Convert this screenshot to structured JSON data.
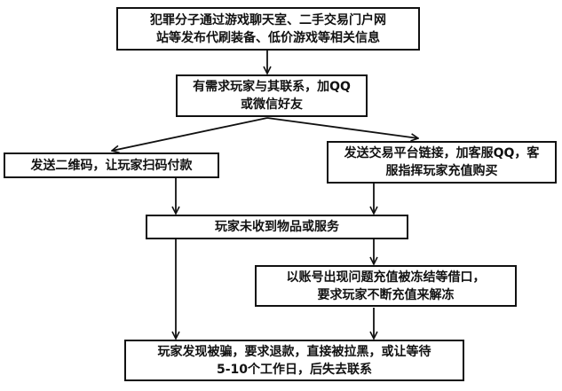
{
  "flowchart": {
    "step1": {
      "lines": [
        "犯罪分子通过游戏聊天室、二手交易门户网",
        "站等发布代刷装备、低价游戏等相关信息"
      ]
    },
    "step2": {
      "lines": [
        "有需求玩家与其联系，加QQ",
        "或微信好友"
      ]
    },
    "step3_left": {
      "lines": [
        "发送二维码，让玩家扫码付款"
      ]
    },
    "step3_right": {
      "lines": [
        "发送交易平台链接，加客服QQ，客",
        "服指挥玩家充值购买"
      ]
    },
    "step4": {
      "lines": [
        "玩家未收到物品或服务"
      ]
    },
    "step5": {
      "lines": [
        "以账号出现问题充值被冻结等借口，",
        "要求玩家不断充值来解冻"
      ]
    },
    "step6": {
      "lines": [
        "玩家发现被骗，要求退款，直接被拉黑，或让等待",
        "5-10个工作日，后失去联系"
      ]
    }
  }
}
